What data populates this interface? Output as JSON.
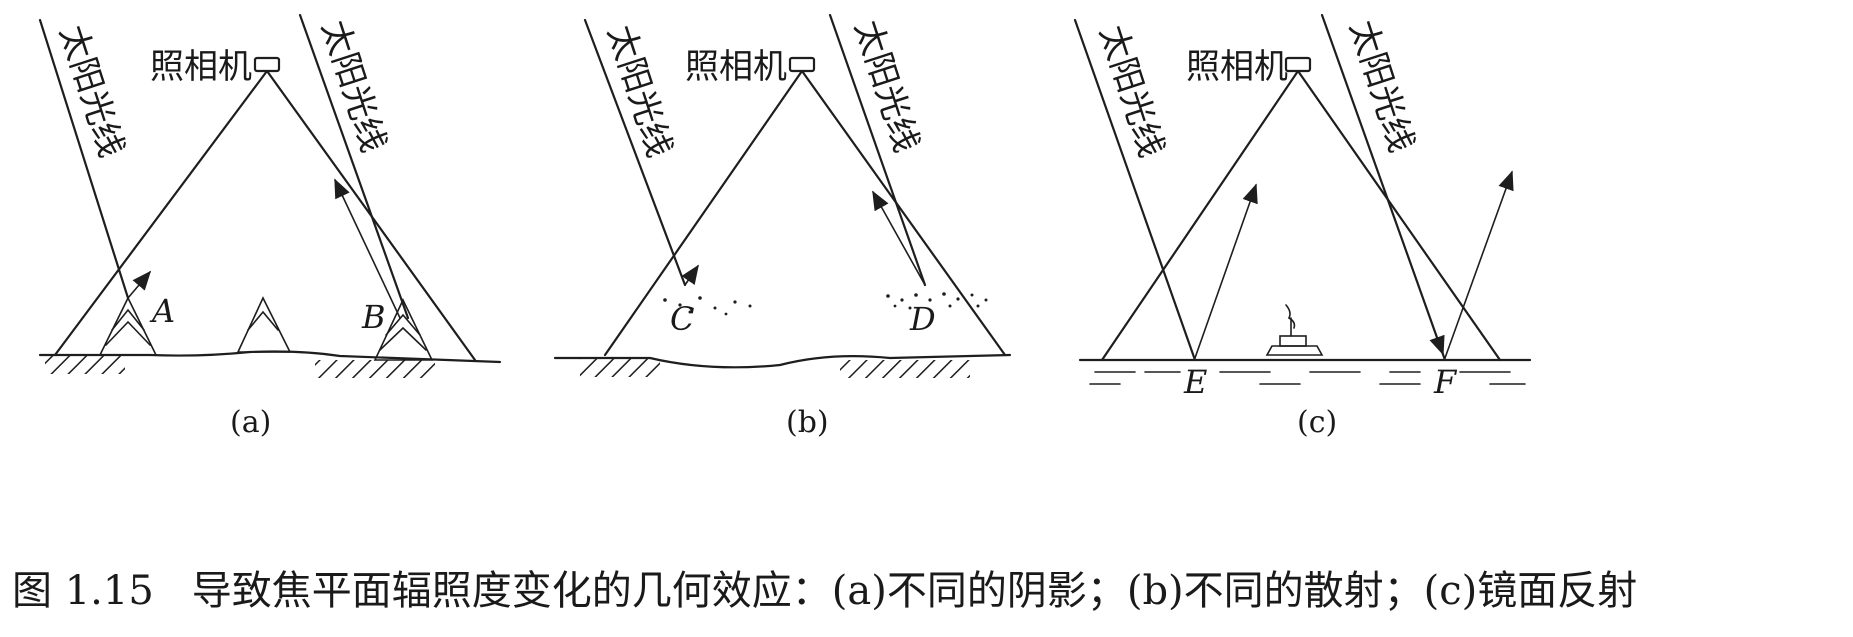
{
  "panels": [
    {
      "id": "a",
      "camera": "照相机",
      "sun_left": "太阳光线",
      "sun_right": "太阳光线",
      "point_1": "A",
      "point_2": "B",
      "sublabel": "(a)"
    },
    {
      "id": "b",
      "camera": "照相机",
      "sun_left": "太阳光线",
      "sun_right": "太阳光线",
      "point_1": "C",
      "point_2": "D",
      "sublabel": "(b)"
    },
    {
      "id": "c",
      "camera": "照相机",
      "sun_left": "太阳光线",
      "sun_right": "太阳光线",
      "point_1": "E",
      "point_2": "F",
      "sublabel": "(c)"
    }
  ],
  "caption": {
    "number": "图 1.15",
    "text": "导致焦平面辐照度变化的几何效应：(a)不同的阴影；(b)不同的散射；(c)镜面反射"
  }
}
